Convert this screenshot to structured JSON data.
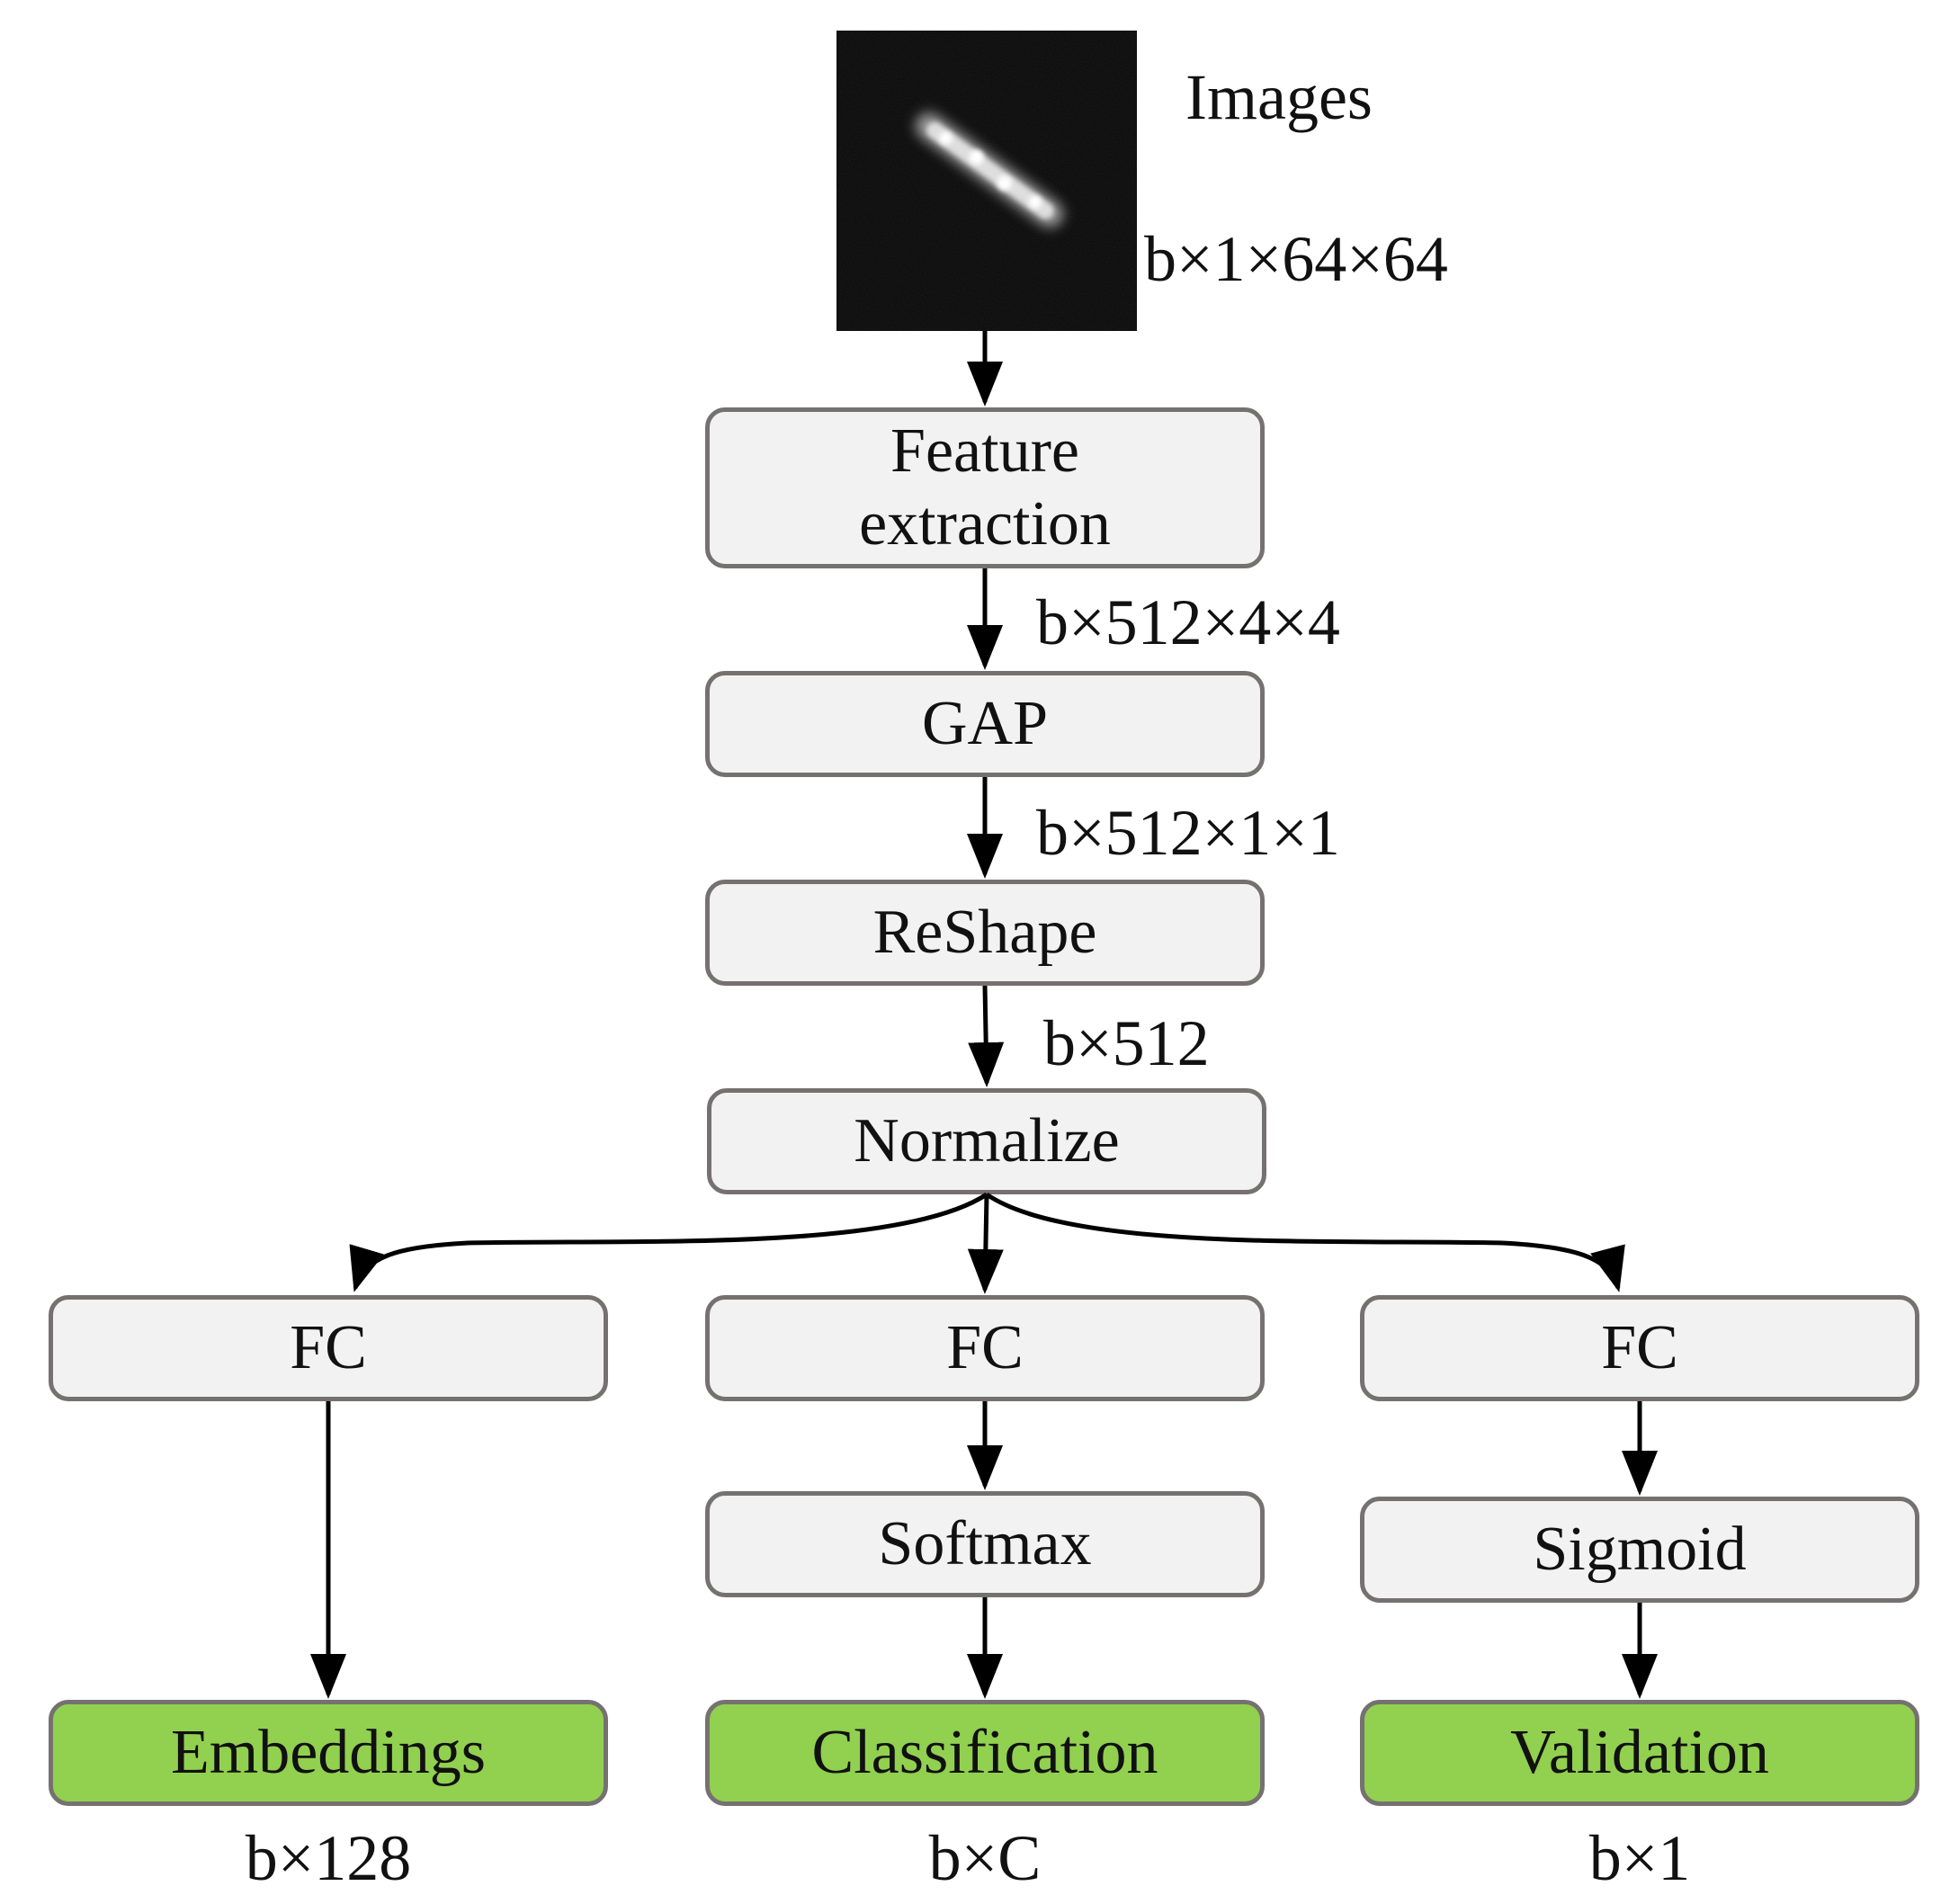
{
  "input": {
    "title": "Images",
    "shape": "b×1×64×64"
  },
  "backbone": {
    "feature_extraction": "Feature extraction",
    "feature_shape": "b×512×4×4",
    "gap": "GAP",
    "gap_shape": "b×512×1×1",
    "reshape": "ReShape",
    "reshape_shape": "b×512",
    "normalize": "Normalize"
  },
  "heads": [
    {
      "fc": "FC",
      "activation": "",
      "output": "Embeddings",
      "output_shape": "b×128"
    },
    {
      "fc": "FC",
      "activation": "Softmax",
      "output": "Classification",
      "output_shape": "b×C"
    },
    {
      "fc": "FC",
      "activation": "Sigmoid",
      "output": "Validation",
      "output_shape": "b×1"
    }
  ],
  "colors": {
    "box_fill": "#f2f2f2",
    "box_border": "#767171",
    "output_fill": "#92d050",
    "arrow": "#000000"
  }
}
